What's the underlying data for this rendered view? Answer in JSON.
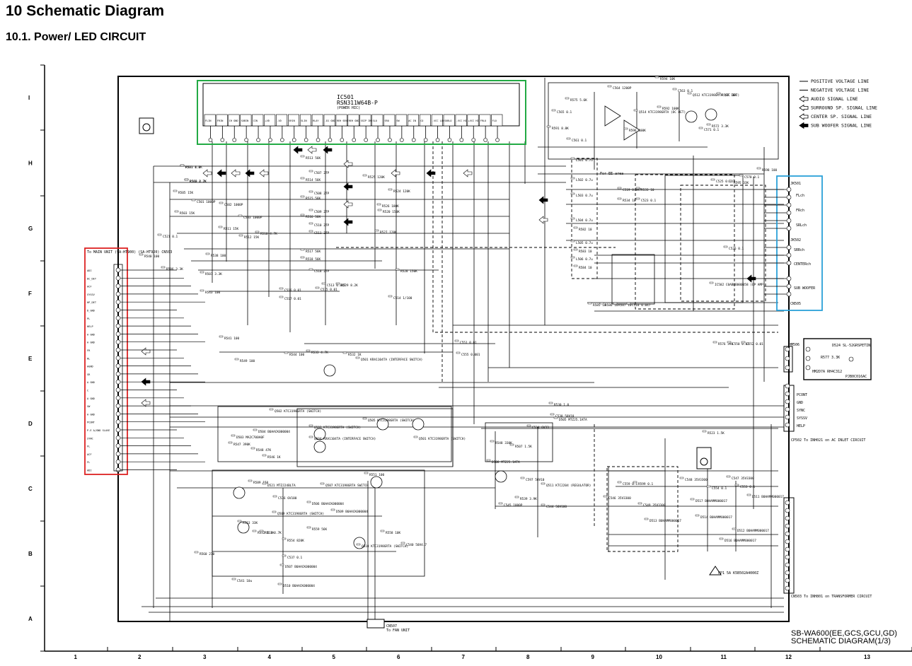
{
  "page": {
    "title": "10 Schematic Diagram",
    "section": "10.1.  Power/ LED CIRCUIT",
    "footer_model": "SB-WA600(EE,GCS,GCU,GD)",
    "footer_sheet": "SCHEMATIC DIAGRAM(1/3)"
  },
  "grid": {
    "rows": [
      "I",
      "H",
      "G",
      "F",
      "E",
      "D",
      "C",
      "B",
      "A"
    ],
    "cols": [
      "1",
      "2",
      "3",
      "4",
      "5",
      "6",
      "7",
      "8",
      "9",
      "10",
      "11",
      "12",
      "13"
    ]
  },
  "legend": [
    {
      "label": "POSITIVE VOLTAGE LINE"
    },
    {
      "label": "NEGATIVE VOLTAGE LINE"
    },
    {
      "label": "AUDIO SIGNAL LINE"
    },
    {
      "label": "SURROUND SP. SIGNAL LINE"
    },
    {
      "label": "CENTER SP. SIGNAL LINE"
    },
    {
      "label": "SUB WOOFER SIGNAL LINE"
    }
  ],
  "ic501": {
    "ref": "IC501",
    "part": "RSN311W64B-P",
    "desc": "(POWER HIC)",
    "pins": [
      "FLIN",
      "FRIN",
      "CH GND",
      "SUBIN",
      "CIN",
      "+VD",
      "-VD",
      "SRIN",
      "SLIN",
      "RLAY",
      "-D1 GND",
      "REH SEND",
      "REH GND",
      "SSIP INUT",
      "SLO",
      "SRO",
      "SW",
      "AC IN",
      "CO",
      "-VCC LOW",
      "SUBLO",
      "-VCC HI",
      "+VCC HI",
      "FRLO",
      "FLO"
    ]
  },
  "connectors": {
    "cn503_title": "To MAIN UNIT (SA-HT900) (SA-HT920) CN503",
    "cn503_pins": [
      "ADI",
      "DC_DET",
      "ACF",
      "SYSSV",
      "HP_DET",
      "D_GND",
      "PL",
      "HELP",
      "A GND",
      "A GND",
      "FR",
      "RL",
      "AGND",
      "SR",
      "A GND",
      "C",
      "A GND",
      "SW",
      "A GND",
      "PCONT",
      "P.E A/GND SLAVE",
      "SYNC",
      "FL",
      "ACF",
      "FL",
      "ADI"
    ],
    "jk501": "JK501",
    "jk501_labels": [
      "FLch",
      "FRch",
      "SRLch"
    ],
    "jk502": "JK502",
    "jk502_labels": [
      "SRRch",
      "CENTERch"
    ],
    "sub_woofer": "SUB WOOFER",
    "cn505": "CN505",
    "pcont_labels": [
      "PCONT",
      "GND",
      "SYNC",
      "SYSSV",
      "HELP"
    ],
    "cp502": "CP502 To INH021 on AC INLET CIRCUIT",
    "cn503b": "CN503 To INH801 on TRANSFORMER CIRCUIT",
    "cn507": "CN507",
    "fan": "To FAN UNIT",
    "hm": "HM506",
    "d524": "D524 SL-52GRSPETIN",
    "r577": "R577 3.3K",
    "hm2": "HM2D7A RH4C312",
    "pjb": "PJB0C016AC",
    "fp1": "FP1 5A K5B502A4000Z",
    "sb": "For EE area"
  },
  "parts": [
    {
      "t": "R501 4.7K"
    },
    {
      "t": "R502 4.7K"
    },
    {
      "t": "R505 15K"
    },
    {
      "t": "R503 15K"
    },
    {
      "t": "C501 1000P"
    },
    {
      "t": "C502 1000P"
    },
    {
      "t": "C503 1000P"
    },
    {
      "t": "R511 15K"
    },
    {
      "t": "R510 4.7K"
    },
    {
      "t": "R512 15K"
    },
    {
      "t": "R513 56K"
    },
    {
      "t": "C507 27P"
    },
    {
      "t": "R514 56K"
    },
    {
      "t": "C508 27P"
    },
    {
      "t": "R515 56K"
    },
    {
      "t": "C509 27P"
    },
    {
      "t": "R516 56K"
    },
    {
      "t": "C510 27P"
    },
    {
      "t": "C511 27P"
    },
    {
      "t": "R517 56K"
    },
    {
      "t": "R518 56K"
    },
    {
      "t": "C518 27P"
    },
    {
      "t": "R525 120K"
    },
    {
      "t": "R524 120K"
    },
    {
      "t": "R526 180K"
    },
    {
      "t": "R527 120K"
    },
    {
      "t": "R528 150K"
    },
    {
      "t": "R520 150K"
    },
    {
      "t": "R529 8.2K"
    },
    {
      "t": "C513 0.047"
    },
    {
      "t": "C514 1/100"
    },
    {
      "t": "C515 0.01"
    },
    {
      "t": "C516 0.01"
    },
    {
      "t": "C517 0.01"
    },
    {
      "t": "C521 0.1"
    },
    {
      "t": "R540 100"
    },
    {
      "t": "R538 100"
    },
    {
      "t": "R507 3.3K"
    },
    {
      "t": "R506 3.3K"
    },
    {
      "t": "R543 100"
    },
    {
      "t": "R541 100"
    },
    {
      "t": "R549 100"
    },
    {
      "t": "R544 100"
    },
    {
      "t": "R532 1K"
    },
    {
      "t": "R533 4.7K"
    },
    {
      "t": "Q501 KRA1104TA (INTERFACE SWITCH)"
    },
    {
      "t": "Q503 KTC3198GRTA (SWITCH)"
    },
    {
      "t": "Q504 KRA1104TA (INTERFACE SWITCH)"
    },
    {
      "t": "Q505 KTC3198GRTA (SWITCH)"
    },
    {
      "t": "Q501 KTC3198GRTA (SWITCH)"
    },
    {
      "t": "Q502 KTC3198GRTA (SWITCH)"
    },
    {
      "t": "D504 B0AACK000004"
    },
    {
      "t": "D503 MA2C700A0F"
    },
    {
      "t": "R547 390K"
    },
    {
      "t": "R548 47K"
    },
    {
      "t": "R546 1K"
    },
    {
      "t": "C534 6V33"
    },
    {
      "t": "R548 330K"
    },
    {
      "t": "R507 1.5K"
    },
    {
      "t": "C530 50V10"
    },
    {
      "t": "D505 MTZJ5.1ATA"
    },
    {
      "t": "D508 MTZJ5.1ATA"
    },
    {
      "t": "C597 50V10"
    },
    {
      "t": "Q511 KTC2204 (REGULATOR)"
    },
    {
      "t": "C545 1000P"
    },
    {
      "t": "R539 3.9K"
    },
    {
      "t": "C544 50V100"
    },
    {
      "t": "R589 150"
    },
    {
      "t": "D521 MTZJ24BLTA"
    },
    {
      "t": "Q507 KTC3198GRTA SWITCH"
    },
    {
      "t": "R551 100"
    },
    {
      "t": "C536 6V100"
    },
    {
      "t": "Q509 KTC3198GRTA (SWITCH)"
    },
    {
      "t": "D506 B0AACK000004"
    },
    {
      "t": "D509 B0AACK000004"
    },
    {
      "t": "R559 56K"
    },
    {
      "t": "R553 33K"
    },
    {
      "t": "R552 6.8K"
    },
    {
      "t": "R554 820K"
    },
    {
      "t": "R558 10K"
    },
    {
      "t": "Q510 KTC3198GRTA (SWITCH)"
    },
    {
      "t": "C540 50V4.7"
    },
    {
      "t": "C537 0.1"
    },
    {
      "t": "C541 10u"
    },
    {
      "t": "D507 B0AACK000004"
    },
    {
      "t": "D510 B0AACK000004"
    },
    {
      "t": "R560 270"
    },
    {
      "t": "R551 4.7K"
    },
    {
      "t": "L501 0.7u"
    },
    {
      "t": "L502 0.7u"
    },
    {
      "t": "L503 0.7u"
    },
    {
      "t": "L504 0.7u"
    },
    {
      "t": "L505 0.7u"
    },
    {
      "t": "L506 0.7u"
    },
    {
      "t": "R582 10"
    },
    {
      "t": "R583 10"
    },
    {
      "t": "R584 10"
    },
    {
      "t": "R585 10"
    },
    {
      "t": "R586 10"
    },
    {
      "t": "R587 10"
    },
    {
      "t": "C518 0.047"
    },
    {
      "t": "C519 0.047"
    },
    {
      "t": "R533 10"
    },
    {
      "t": "R534 10"
    },
    {
      "t": "C523 0.1"
    },
    {
      "t": "C525 0.047"
    },
    {
      "t": "C526 0.1"
    },
    {
      "t": "IC502 C0ABBB000058 (OP AMP)"
    },
    {
      "t": "Q514 KTC3198GRTA (DC DET)"
    },
    {
      "t": "Q512 KTC3198GRTA (DC DET)"
    },
    {
      "t": "R597 10K"
    },
    {
      "t": "R594 10K"
    },
    {
      "t": "C563 0.1"
    },
    {
      "t": "C564 1200P"
    },
    {
      "t": "R596 100K"
    },
    {
      "t": "C565 0.1"
    },
    {
      "t": "R591 8.8K"
    },
    {
      "t": "R575 5.6K"
    },
    {
      "t": "C561 0.1"
    },
    {
      "t": "R592 100K"
    },
    {
      "t": "R572 3.3K"
    },
    {
      "t": "C571 0.1"
    },
    {
      "t": "C570 0.1"
    },
    {
      "t": "R595 33K"
    },
    {
      "t": "R598 100"
    },
    {
      "t": "C559 0.1"
    },
    {
      "t": "R599 0.1"
    },
    {
      "t": "C548 35V3300"
    },
    {
      "t": "C547 35V3300"
    },
    {
      "t": "C546 35V3300"
    },
    {
      "t": "C549 35V3300"
    },
    {
      "t": "D517 B0HAMM000017"
    },
    {
      "t": "D513 B0HAMM000017"
    },
    {
      "t": "D514 B0HAMM000017"
    },
    {
      "t": "D511 B0HAMM000017"
    },
    {
      "t": "D512 B0HAMM000017"
    },
    {
      "t": "D516 B0HAMM000017"
    },
    {
      "t": "C554 0.1"
    },
    {
      "t": "C553 0.1"
    },
    {
      "t": "R523 1.5K"
    },
    {
      "t": "R576 390"
    },
    {
      "t": "C550 0.01"
    },
    {
      "t": "C552 0.01"
    },
    {
      "t": "C551 0.01"
    },
    {
      "t": "C555 0.001"
    },
    {
      "t": "R530 1.0"
    },
    {
      "t": "R531 1.0"
    },
    {
      "t": "R560 2.2K"
    }
  ]
}
